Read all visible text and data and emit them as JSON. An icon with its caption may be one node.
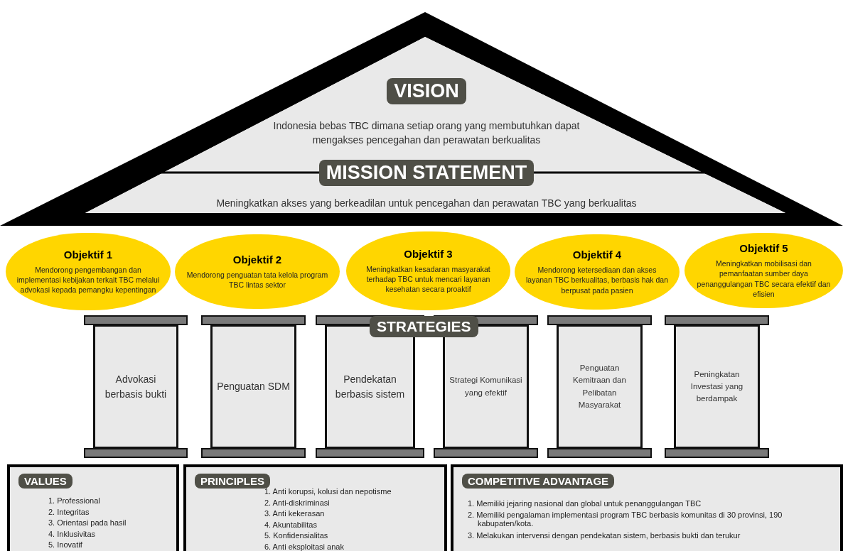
{
  "diagram": {
    "nodes": [
      {
        "text": [
          "VISION",
          "Indonesia bebas TBC dimana setiap orang yang membutuhkan dapat mengakses pencegahan dan perawatan berkualitas"
        ]
      },
      {
        "text": [
          "MISSION STATEMENT",
          "Meningkatkan akses yang berkeadilan untuk pencegahan dan perawatan TBC yang berkualitas"
        ]
      },
      {
        "text": [
          "Objektif 1",
          "Mendorong pengembangan dan implementasi kebijakan terkait TBC melalui advokasi kepada pemangku kepentingan"
        ]
      },
      {
        "text": [
          "Objektif 2",
          "Mendorong penguatan tata kelola program TBC lintas sektor"
        ]
      },
      {
        "text": [
          "Objektif 3",
          "Meningkatkan kesadaran masyarakat terhadap TBC untuk mencari layanan kesehatan secara proaktif"
        ]
      },
      {
        "text": [
          "Objektif 4",
          "Mendorong ketersediaan dan akses layanan TBC berkualitas, berbasis hak dan berpusat pada pasien"
        ]
      },
      {
        "text": [
          "Objektif 5",
          "Meningkatkan mobilisasi dan pemanfaatan sumber daya penanggulangan TBC secara efektif dan efisien"
        ]
      },
      {
        "text": [
          "Advokasi berbasis bukti"
        ]
      },
      {
        "text": [
          "Penguatan SDM"
        ]
      },
      {
        "text": [
          "Pendekatan berbasis sistem"
        ]
      },
      {
        "text": [
          "Strategi Komunikasi yang efektif"
        ]
      },
      {
        "text": [
          "Penguatan Kemitraan dan Pelibatan Masyarakat"
        ]
      },
      {
        "text": [
          "Peningkatan Investasi yang berdampak"
        ]
      },
      {
        "text": [
          "VALUES",
          "1. Professional",
          "2. Integritas",
          "3. Orientasi pada hasil",
          "4. Inklusivitas",
          "5. Inovatif"
        ]
      },
      {
        "text": [
          "PRINCIPLES",
          "1. Anti korupsi, kolusi dan nepotisme",
          "2. Anti-diskriminasi",
          "3. Anti kekerasan",
          "4. Akuntabilitas",
          "5. Konfidensialitas",
          "6. Anti eksploitasi anak"
        ]
      },
      {
        "text": [
          "COMPETITIVE ADVANTAGE",
          "1. Memiliki jejaring nasional dan global untuk penanggulangan TBC",
          "2. Memiliki pengalaman implementasi program TBC berbasis komunitas di 30 provinsi, 190 kabupaten/kota.",
          "3. Melakukan intervensi dengan pendekatan sistem, berbasis bukti dan terukur"
        ]
      }
    ],
    "labels": [
      "STRATEGIES"
    ]
  }
}
